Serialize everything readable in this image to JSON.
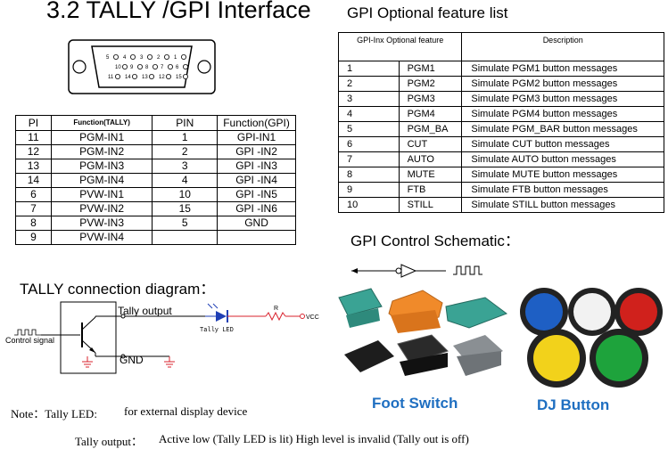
{
  "headings": {
    "main_title": "3.2 TALLY /GPI Interface",
    "gpi_list_title": "GPI Optional feature list",
    "schematic_title": "GPI Control Schematic：",
    "tally_diagram_title": "TALLY connection diagram："
  },
  "connector": {
    "pin_numbers_top": [
      "5",
      "4",
      "3",
      "2",
      "1"
    ],
    "pin_numbers_mid": [
      "10",
      "9",
      "8",
      "7",
      "6"
    ],
    "pin_numbers_bot": [
      "11",
      "14",
      "13",
      "12",
      "15"
    ]
  },
  "pin_table": {
    "headers": [
      "PI",
      "Function(TALLY)",
      "PIN",
      "Function(GPI)"
    ],
    "rows": [
      [
        "11",
        "PGM-IN1",
        "1",
        "GPI-IN1"
      ],
      [
        "12",
        "PGM-IN2",
        "2",
        "GPI -IN2"
      ],
      [
        "13",
        "PGM-IN3",
        "3",
        "GPI -IN3"
      ],
      [
        "14",
        "PGM-IN4",
        "4",
        "GPI -IN4"
      ],
      [
        "6",
        "PVW-IN1",
        "10",
        "GPI -IN5"
      ],
      [
        "7",
        "PVW-IN2",
        "15",
        "GPI -IN6"
      ],
      [
        "8",
        "PVW-IN3",
        "5",
        "GND"
      ],
      [
        "9",
        "PVW-IN4",
        "",
        ""
      ]
    ]
  },
  "gpi_table": {
    "headers": [
      "GPI-Inx Optional feature",
      "Description"
    ],
    "rows": [
      [
        "1",
        "PGM1",
        "Simulate PGM1 button messages"
      ],
      [
        "2",
        "PGM2",
        "Simulate PGM2 button messages"
      ],
      [
        "3",
        "PGM3",
        "Simulate PGM3 button messages"
      ],
      [
        "4",
        "PGM4",
        "Simulate PGM4 button messages"
      ],
      [
        "5",
        "PGM_BA",
        "Simulate PGM_BAR button messages"
      ],
      [
        "6",
        "CUT",
        "Simulate CUT button messages"
      ],
      [
        "7",
        "AUTO",
        "Simulate AUTO button messages"
      ],
      [
        "8",
        "MUTE",
        "Simulate MUTE button messages"
      ],
      [
        "9",
        "FTB",
        "Simulate FTB button messages"
      ],
      [
        "10",
        "STILL",
        "Simulate STILL button messages"
      ]
    ]
  },
  "circuit": {
    "tally_output": "Tally output",
    "gnd": "GND",
    "control_signal": "Control signal",
    "resistor": "R",
    "vcc": "VCC",
    "led_label": "Tally LED"
  },
  "devices": {
    "foot_switch": "Foot Switch",
    "dj_button": "DJ Button"
  },
  "notes": {
    "note1_label": "Note：Tally LED:",
    "note1_text": "for external display device",
    "note2_label": "Tally output：",
    "note2_text": "Active low (Tally LED is lit) High level is invalid (Tally out is off)"
  },
  "colors": {
    "blue_text": "#1f6fc1",
    "gnd_red": "#d9232e",
    "led_blue": "#1f3fb5",
    "dj_blue": "#1e5fc4",
    "dj_white": "#f2f2f2",
    "dj_red": "#d0211c",
    "dj_yellow": "#f2d21b",
    "dj_green": "#1ea33c",
    "pedal_teal": "#3aa394",
    "pedal_orange": "#f08a2a"
  }
}
